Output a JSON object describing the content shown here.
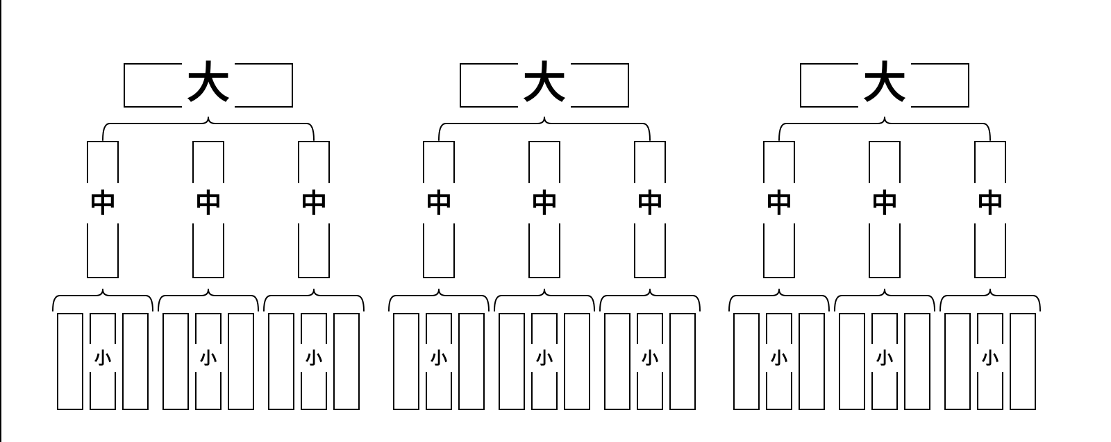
{
  "diagram": {
    "groups": [
      {
        "big_label": "大",
        "middle": [
          {
            "label": "中",
            "small_label": "小"
          },
          {
            "label": "中",
            "small_label": "小"
          },
          {
            "label": "中",
            "small_label": "小"
          }
        ]
      },
      {
        "big_label": "大",
        "middle": [
          {
            "label": "中",
            "small_label": "小"
          },
          {
            "label": "中",
            "small_label": "小"
          },
          {
            "label": "中",
            "small_label": "小"
          }
        ]
      },
      {
        "big_label": "大",
        "middle": [
          {
            "label": "中",
            "small_label": "小"
          },
          {
            "label": "中",
            "small_label": "小"
          },
          {
            "label": "中",
            "small_label": "小"
          }
        ]
      }
    ],
    "colors": {
      "line": "#000000",
      "background": "#ffffff"
    }
  }
}
